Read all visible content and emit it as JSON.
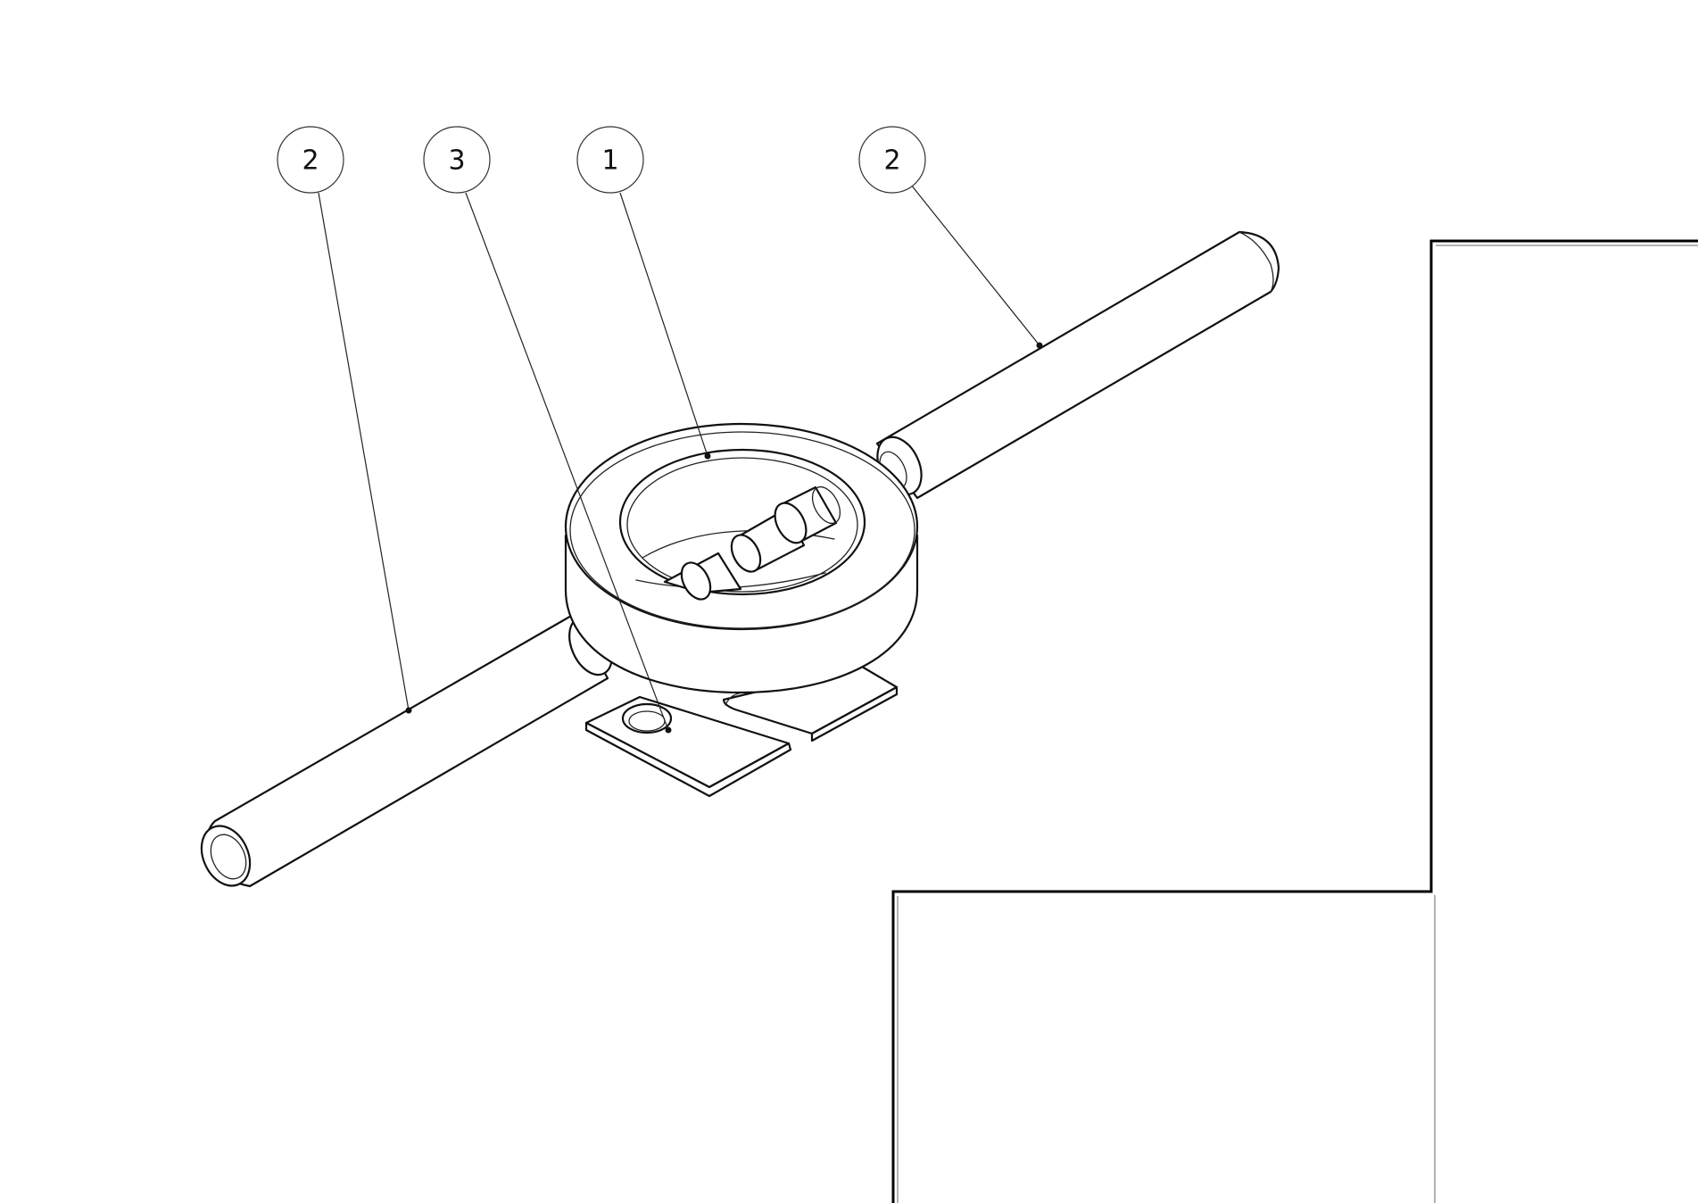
{
  "drawing": {
    "colors": {
      "ink": "#111111",
      "background": "#ffffff",
      "frame": "#000000"
    },
    "balloons": [
      {
        "id": "left-handle",
        "label": "2"
      },
      {
        "id": "set-screw",
        "label": "3"
      },
      {
        "id": "die-holder",
        "label": "1"
      },
      {
        "id": "right-handle",
        "label": "2"
      }
    ]
  }
}
